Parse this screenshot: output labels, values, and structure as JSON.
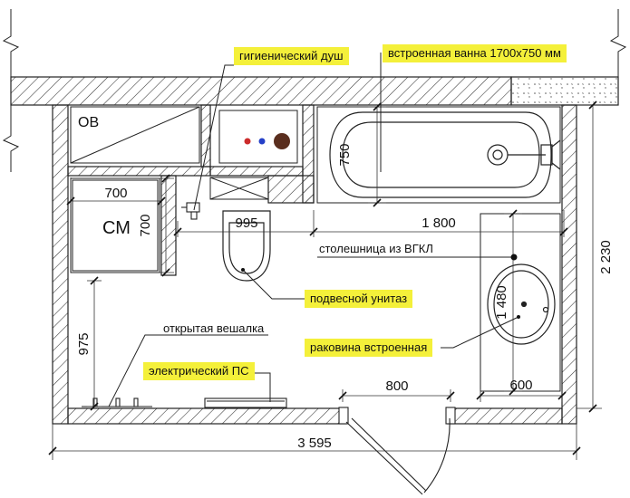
{
  "callouts": {
    "hygienic_shower": "гигиенический душ",
    "built_in_bath": "встроенная ванна 1700х750 мм",
    "wall_hung_toilet": "подвесной унитаз",
    "built_in_sink": "раковина встроенная",
    "electric_floor": "электрический ПС"
  },
  "labels": {
    "countertop": "столешница из ВГКЛ",
    "open_hanger": "открытая вешалка",
    "ov": "ОВ",
    "sm": "СМ"
  },
  "dimensions": {
    "sm_width": "700",
    "sm_depth": "700",
    "toilet_offset": "995",
    "bath_depth": "750",
    "bath_zone": "1 800",
    "total_height": "2 230",
    "sink_length": "1 480",
    "counter_depth": "600",
    "hanger_height": "975",
    "door_width": "800",
    "total_width": "3 595"
  },
  "colors": {
    "callout_bg": "#f4f03a",
    "line": "#1a1a1a",
    "hatch": "#333333",
    "dot_red": "#cc2b2b",
    "dot_blue": "#2540c8",
    "dot_brown": "#5a2e1e"
  }
}
